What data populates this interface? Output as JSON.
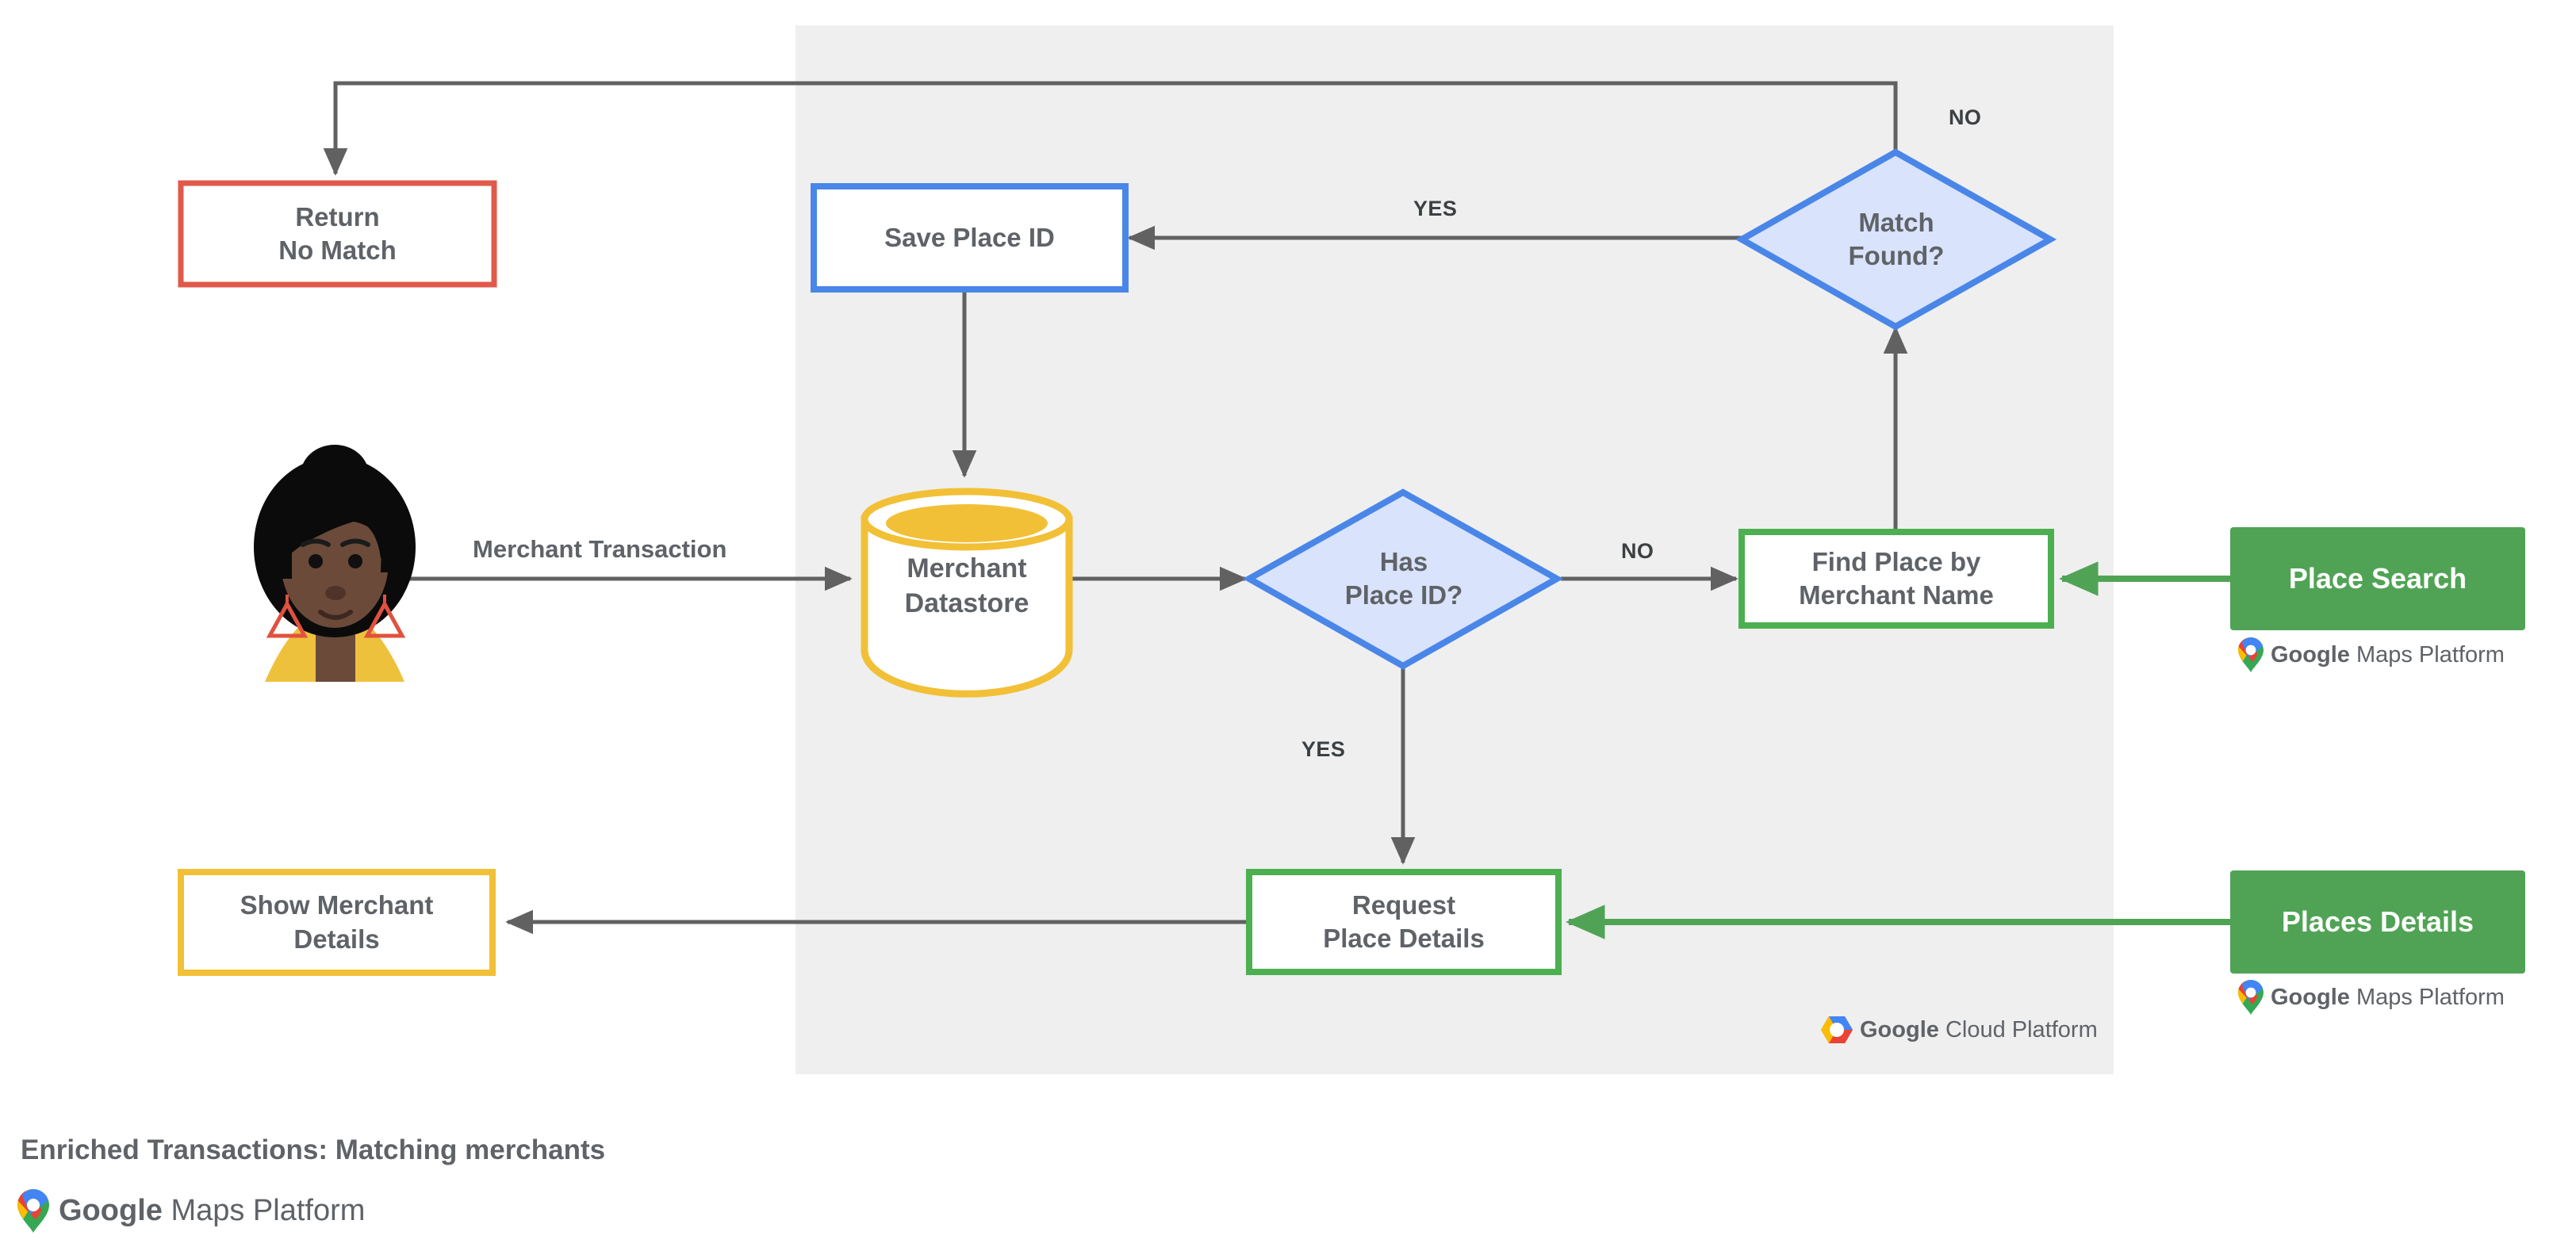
{
  "diagram": {
    "caption": "Enriched Transactions: Matching merchants",
    "caption_logo": "Google Maps Platform",
    "panel_logo": "Google Cloud Platform",
    "panel_logo_google": "Google",
    "panel_logo_rest": " Cloud Platform",
    "colors": {
      "panel_bg": "#efefef",
      "red": "#e1594a",
      "blue": "#4a86e8",
      "blue_fill": "#d9e3fb",
      "amber": "#f2c037",
      "green_border": "#4caf50",
      "green_fill": "#50a355",
      "arrow_gray": "#616161",
      "text_gray": "#5f6368"
    }
  },
  "nodes": {
    "return_no_match": {
      "label": "Return\nNo Match",
      "shape": "rect",
      "accent": "#e1594a"
    },
    "save_place_id": {
      "label": "Save Place ID",
      "shape": "rect",
      "accent": "#4a86e8"
    },
    "match_found": {
      "label": "Match\nFound?",
      "shape": "diamond",
      "accent": "#4a86e8"
    },
    "merchant_datastore": {
      "label": "Merchant\nDatastore",
      "shape": "cylinder",
      "accent": "#f2c037"
    },
    "has_place_id": {
      "label": "Has\nPlace ID?",
      "shape": "diamond",
      "accent": "#4a86e8"
    },
    "find_place_by_merchant_name": {
      "label": "Find Place by\nMerchant Name",
      "shape": "rect",
      "accent": "#4caf50"
    },
    "request_place_details": {
      "label": "Request\nPlace Details",
      "shape": "rect",
      "accent": "#4caf50"
    },
    "show_merchant_details": {
      "label": "Show Merchant\nDetails",
      "shape": "rect",
      "accent": "#f2c037"
    },
    "place_search": {
      "label": "Place Search",
      "shape": "filled-button",
      "accent": "#50a355"
    },
    "places_details": {
      "label": "Places Details",
      "shape": "filled-button",
      "accent": "#50a355"
    }
  },
  "edge_labels": {
    "merchant_transaction": "Merchant Transaction",
    "yes_match_found": "YES",
    "no_match_found": "NO",
    "no_has_place_id": "NO",
    "yes_has_place_id": "YES"
  },
  "logos": {
    "maps_platform_place_search": "Google Maps Platform",
    "maps_platform_places_details": "Google Maps Platform",
    "maps_google_word": "Google",
    "maps_rest_word": " Maps Platform"
  },
  "actor": {
    "name": "merchant-customer-avatar"
  }
}
